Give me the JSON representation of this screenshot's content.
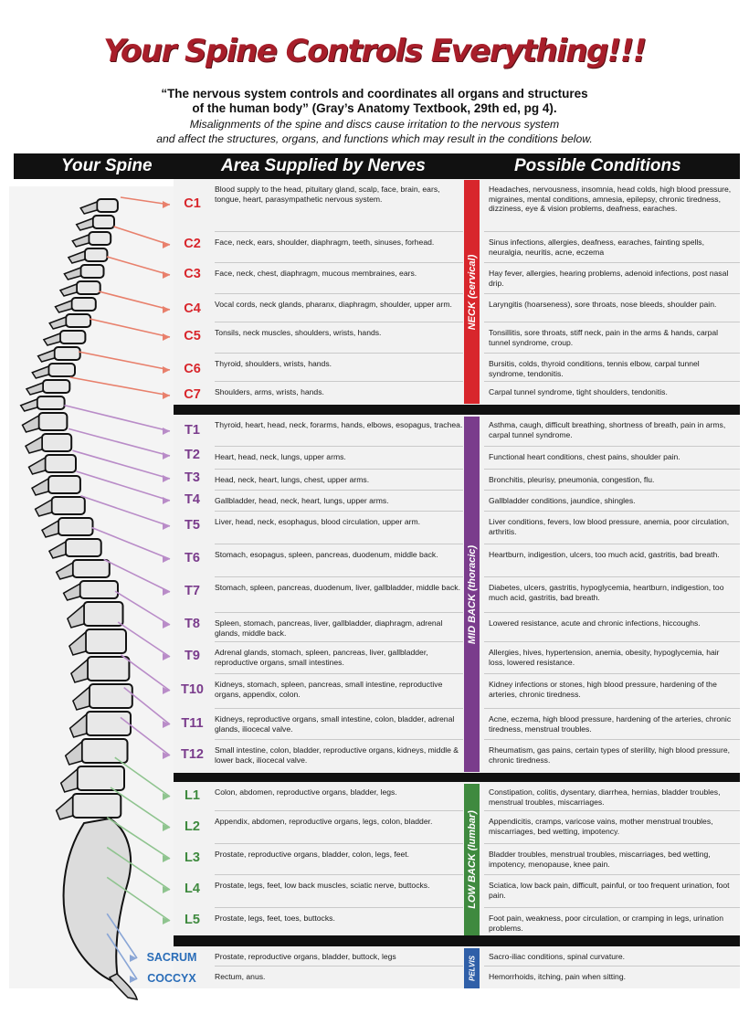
{
  "title": "Your Spine Controls Everything!!!",
  "quote_line1": "“The nervous system controls and coordinates all organs and structures",
  "quote_line2": "of the human body” (Gray’s Anatomy Textbook, 29th ed, pg 4).",
  "subtitle_line1": "Misalignments of the spine and discs cause irritation to the nervous system",
  "subtitle_line2": "and affect the structures, organs, and functions which may result in the conditions below.",
  "headers": {
    "spine": "Your Spine",
    "area": "Area Supplied by Nerves",
    "conditions": "Possible Conditions"
  },
  "regions": [
    {
      "label": "NECK (cervical)",
      "color": "#d8262c"
    },
    {
      "label": "MID BACK (thoracic)",
      "color": "#7a3c8c"
    },
    {
      "label": "LOW BACK (lumbar)",
      "color": "#3f8a3f"
    },
    {
      "label": "PELVIS",
      "color": "#2f5fa8"
    }
  ],
  "label_colors": {
    "cervical": "#d8262c",
    "thoracic": "#7a3c8c",
    "lumbar": "#3f8a3f",
    "pelvis": "#2a6db8"
  },
  "vertebrae": [
    {
      "label": "C1",
      "area": "Blood supply to the head, pituitary gland, scalp, face, brain, ears, tongue, heart, parasympathetic nervous system.",
      "conditions": "Headaches, nervousness, insomnia, head colds, high blood pressure, migraines, mental conditions, amnesia, epilepsy, chronic tiredness, dizziness, eye & vision problems, deafness, earaches."
    },
    {
      "label": "C2",
      "area": "Face, neck, ears, shoulder, diaphragm, teeth, sinuses, forhead.",
      "conditions": "Sinus infections, allergies, deafness, earaches, fainting spells, neuralgia, neuritis, acne, eczema"
    },
    {
      "label": "C3",
      "area": "Face, neck, chest, diaphragm, mucous membraines, ears.",
      "conditions": "Hay fever, allergies, hearing problems, adenoid infections, post nasal drip."
    },
    {
      "label": "C4",
      "area": "Vocal cords, neck glands, pharanx, diaphragm, shoulder, upper arm.",
      "conditions": "Laryngitis (hoarseness), sore throats, nose bleeds, shoulder pain."
    },
    {
      "label": "C5",
      "area": "Tonsils, neck muscles, shoulders, wrists, hands.",
      "conditions": "Tonsillitis, sore throats, stiff neck, pain in the arms & hands, carpal tunnel syndrome, croup."
    },
    {
      "label": "C6",
      "area": "Thyroid, shoulders, wrists, hands.",
      "conditions": "Bursitis, colds, thyroid conditions, tennis elbow, carpal tunnel syndrome, tendonitis."
    },
    {
      "label": "C7",
      "area": "Shoulders, arms, wrists, hands.",
      "conditions": "Carpal tunnel syndrome, tight shoulders, tendonitis."
    },
    {
      "label": "T1",
      "area": "Thyroid, heart, head, neck, forarms, hands, elbows, esopagus, trachea.",
      "conditions": "Asthma, caugh, difficult breathing, shortness of breath, pain in arms, carpal tunnel syndrome."
    },
    {
      "label": "T2",
      "area": "Heart, head, neck, lungs, upper arms.",
      "conditions": "Functional heart conditions, chest pains, shoulder pain."
    },
    {
      "label": "T3",
      "area": "Head, neck, heart, lungs, chest, upper arms.",
      "conditions": "Bronchitis, pleurisy, pneumonia, congestion, flu."
    },
    {
      "label": "T4",
      "area": "Gallbladder, head, neck, heart, lungs, upper arms.",
      "conditions": "Gallbladder conditions, jaundice, shingles."
    },
    {
      "label": "T5",
      "area": "Liver, head, neck, esophagus, blood circulation, upper arm.",
      "conditions": "Liver conditions, fevers, low blood pressure, anemia, poor circulation, arthritis."
    },
    {
      "label": "T6",
      "area": "Stomach, esopagus, spleen, pancreas, duodenum, middle back.",
      "conditions": "Heartburn, indigestion, ulcers, too much acid, gastritis, bad breath."
    },
    {
      "label": "T7",
      "area": "Stomach, spleen, pancreas, duodenum, liver, gallbladder, middle back.",
      "conditions": "Diabetes, ulcers, gastritis, hypoglycemia, heartburn, indigestion, too much acid, gastritis, bad breath."
    },
    {
      "label": "T8",
      "area": "Spleen, stomach, pancreas, liver, gallbladder, diaphragm, adrenal glands, middle back.",
      "conditions": "Lowered resistance, acute and chronic infections, hiccoughs."
    },
    {
      "label": "T9",
      "area": "Adrenal glands, stomach, spleen, pancreas, liver, gallbladder, reproductive organs, small intestines.",
      "conditions": "Allergies, hives, hypertension, anemia, obesity, hypoglycemia, hair loss, lowered resistance."
    },
    {
      "label": "T10",
      "area": "Kidneys, stomach, spleen, pancreas, small intestine, reproductive organs, appendix, colon.",
      "conditions": "Kidney infections or stones, high blood pressure, hardening of the arteries, chronic tiredness."
    },
    {
      "label": "T11",
      "area": "Kidneys, reproductive organs, small intestine, colon, bladder, adrenal glands, iliocecal valve.",
      "conditions": "Acne, eczema, high blood pressure, hardening of the arteries, chronic tiredness, menstrual troubles."
    },
    {
      "label": "T12",
      "area": "Small intestine, colon, bladder, reproductive organs, kidneys, middle & lower back, iliocecal valve.",
      "conditions": "Rheumatism, gas pains, certain types of sterility, high blood pressure, chronic tiredness."
    },
    {
      "label": "L1",
      "area": "Colon, abdomen, reproductive organs, bladder, legs.",
      "conditions": "Constipation, colitis, dysentary, diarrhea, hernias, bladder troubles, menstrual troubles, miscarriages."
    },
    {
      "label": "L2",
      "area": "Appendix, abdomen, reproductive organs, legs, colon, bladder.",
      "conditions": "Appendicitis, cramps, varicose vains, mother menstrual troubles, miscarriages, bed wetting, impotency."
    },
    {
      "label": "L3",
      "area": "Prostate, reproductive organs, bladder, colon, legs, feet.",
      "conditions": "Bladder troubles, menstrual troubles, miscarriages, bed wetting, impotency, menopause, knee pain."
    },
    {
      "label": "L4",
      "area": "Prostate, legs, feet, low back muscles, sciatic nerve, buttocks.",
      "conditions": "Sciatica, low back pain, difficult, painful, or too frequent urination, foot pain."
    },
    {
      "label": "L5",
      "area": "Prostate, legs, feet, toes, buttocks.",
      "conditions": "Foot pain, weakness, poor circulation, or cramping in legs, urination problems."
    },
    {
      "label": "SACRUM",
      "area": "Prostate, reproductive organs, bladder, buttock, legs",
      "conditions": "Sacro-iliac conditions, spinal curvature."
    },
    {
      "label": "COCCYX",
      "area": "Rectum, anus.",
      "conditions": "Hemorrhoids, itching, pain when sitting."
    }
  ]
}
